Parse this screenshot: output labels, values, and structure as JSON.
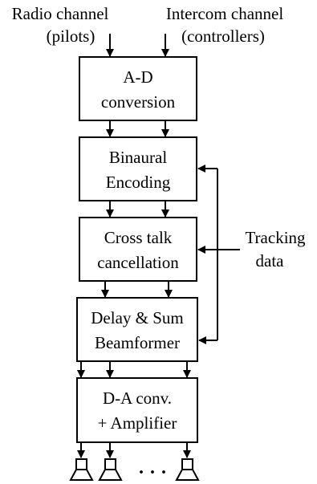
{
  "inputs": {
    "radio": {
      "line1": "Radio channel",
      "line2": "(pilots)"
    },
    "intercom": {
      "line1": "Intercom channel",
      "line2": "(controllers)"
    }
  },
  "blocks": [
    {
      "id": "ad",
      "line1": "A-D",
      "line2": "conversion"
    },
    {
      "id": "binaural",
      "line1": "Binaural",
      "line2": "Encoding"
    },
    {
      "id": "crosstalk",
      "line1": "Cross talk",
      "line2": "cancellation"
    },
    {
      "id": "beamformer",
      "line1": "Delay & Sum",
      "line2": "Beamformer"
    },
    {
      "id": "da",
      "line1": "D-A conv.",
      "line2": "+ Amplifier"
    }
  ],
  "tracking": {
    "line1": "Tracking",
    "line2": "data"
  },
  "outputs": {
    "speakers": [
      {
        "icon": "speaker-icon"
      },
      {
        "icon": "speaker-icon"
      },
      {
        "icon": "speaker-icon"
      }
    ],
    "ellipsis": "· · ·"
  },
  "colors": {
    "stroke": "#000000",
    "background": "#ffffff"
  }
}
